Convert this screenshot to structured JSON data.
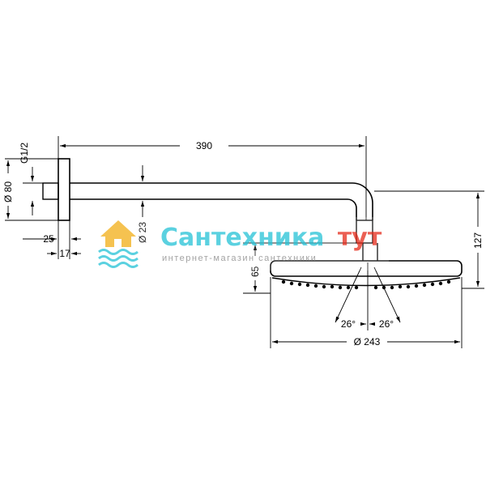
{
  "dimensions": {
    "arm_length": "390",
    "thread": "G1/2",
    "flange_diameter": "Ø 80",
    "flange_depth": "25",
    "flange_plate": "17",
    "pipe_diameter": "Ø 23",
    "head_drop": "65",
    "total_height": "127",
    "angle_left": "26°",
    "angle_right": "26°",
    "head_diameter": "Ø 243"
  },
  "watermark": {
    "title_part1": "Сантехника",
    "title_part2": "тут",
    "subtitle": "интернет-магазин сантехники",
    "colors": {
      "title": "#2ec5d8",
      "accent": "#e63323",
      "subtitle": "#8a8a8a",
      "house": "#f3b21f",
      "waves": "#2ec5d8"
    }
  }
}
